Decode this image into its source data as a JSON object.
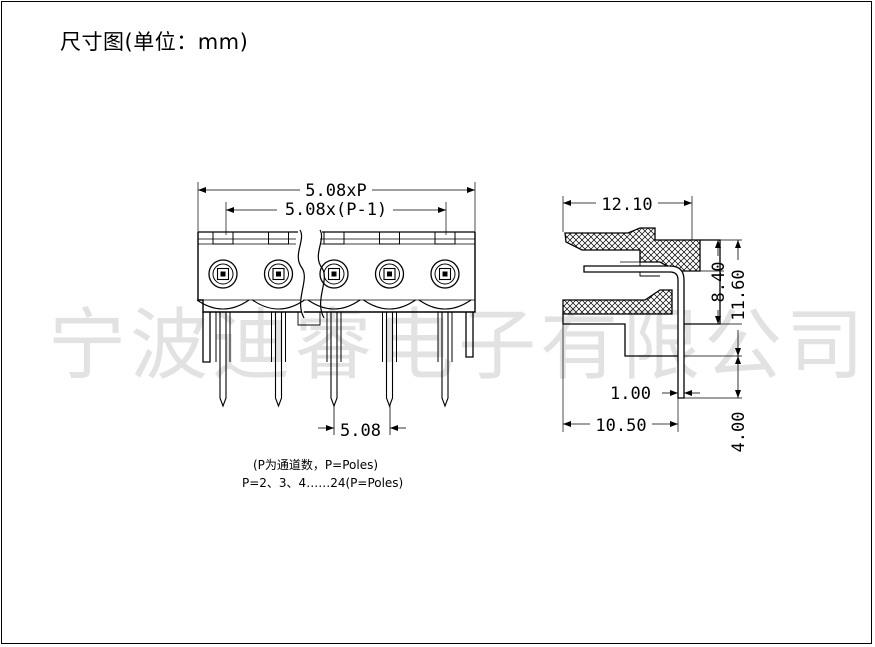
{
  "title": "尺寸图(单位：mm)",
  "watermark": "宁波迪睿电子有限公司",
  "front_view": {
    "dim_overall": "5.08xP",
    "dim_inner": "5.08x(P-1)",
    "dim_pitch": "5.08",
    "pole_count_drawn": 5
  },
  "side_view": {
    "dim_top_width": "12.10",
    "dim_height_upper": "8.40",
    "dim_height_total": "11.60",
    "dim_pin_width": "1.00",
    "dim_bottom_width": "10.50",
    "dim_pin_length": "4.00"
  },
  "notes": {
    "line1": "(P为通道数，P=Poles)",
    "line2": "P=2、3、4……24(P=Poles)"
  }
}
